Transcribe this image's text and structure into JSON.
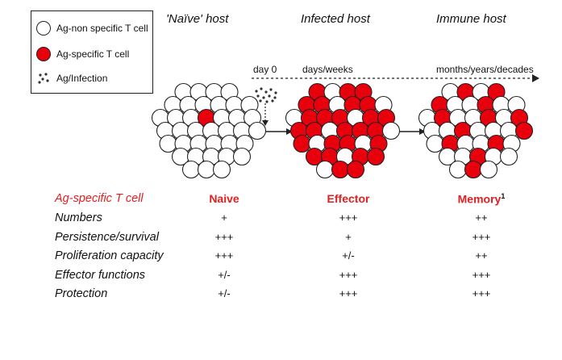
{
  "legend": {
    "items": [
      {
        "label": "Ag-non specific T cell",
        "color": "#ffffff"
      },
      {
        "label": "Ag-specific T cell",
        "color": "#e8000c"
      },
      {
        "label": "Ag/Infection",
        "color": "#222222"
      }
    ]
  },
  "hosts": {
    "naive": "'Naïve' host",
    "infected": "Infected host",
    "immune": "Immune host"
  },
  "timeline": {
    "day0": "day 0",
    "days_weeks": "days/weeks",
    "months": "months/years/decades"
  },
  "table": {
    "header_label": "Ag-specific T cell",
    "columns": [
      "Naive",
      "Effector",
      "Memory"
    ],
    "memory_superscript": "1",
    "rows": [
      {
        "label": "Numbers",
        "values": [
          "+",
          "+++",
          "++"
        ]
      },
      {
        "label": "Persistence/survival",
        "values": [
          "+++",
          "+",
          "+++"
        ]
      },
      {
        "label": "Proliferation capacity",
        "values": [
          "+++",
          "+/-",
          "++"
        ]
      },
      {
        "label": "Effector functions",
        "values": [
          "+/-",
          "+++",
          "+++"
        ]
      },
      {
        "label": "Protection",
        "values": [
          "+/-",
          "+++",
          "+++"
        ]
      }
    ]
  },
  "colors": {
    "specific": "#e8000c",
    "nonspecific": "#ffffff",
    "outline": "#222222"
  },
  "clusters": {
    "naive_red_count": 1,
    "effector_red_fraction": 0.6,
    "memory_red_fraction": 0.3
  }
}
